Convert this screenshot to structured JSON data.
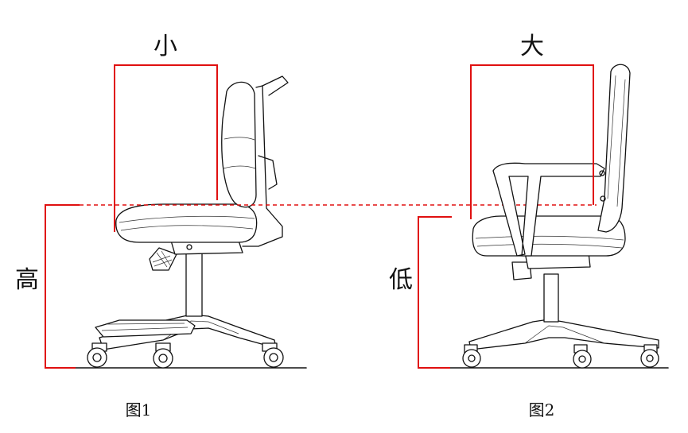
{
  "figure1": {
    "top_label": "小",
    "side_label": "高",
    "caption": "图1"
  },
  "figure2": {
    "top_label": "大",
    "side_label": "低",
    "caption": "图2"
  },
  "colors": {
    "guide_lines": "#e01010",
    "drawing": "#111111"
  }
}
